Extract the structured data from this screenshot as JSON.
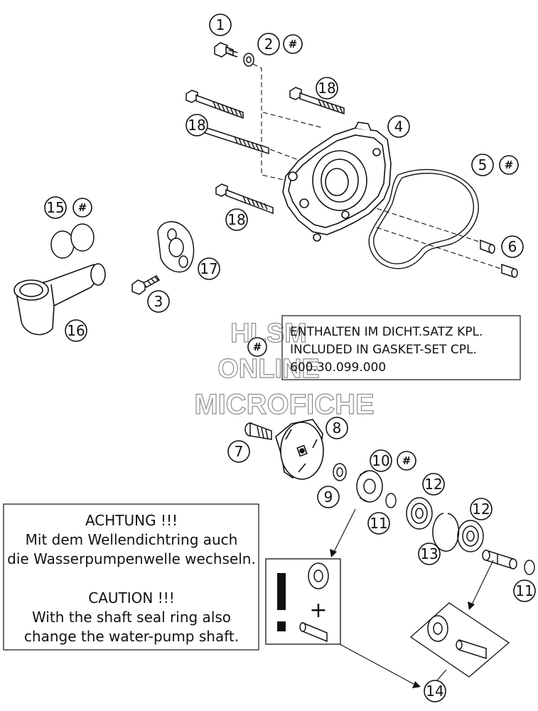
{
  "callouts": {
    "c1": "1",
    "c2": "2",
    "c3": "3",
    "c4": "4",
    "c5": "5",
    "c6": "6",
    "c7": "7",
    "c8": "8",
    "c9": "9",
    "c10": "10",
    "c11a": "11",
    "c11b": "11",
    "c12a": "12",
    "c12b": "12",
    "c13": "13",
    "c14": "14",
    "c15": "15",
    "c16": "16",
    "c17": "17",
    "c18a": "18",
    "c18b": "18",
    "c18c": "18",
    "hash": "#"
  },
  "gasket_note": {
    "line1": "ENTHALTEN IM DICHT.SATZ KPL.",
    "line2": "INCLUDED IN GASKET-SET CPL.",
    "line3": "600.30.099.000"
  },
  "caution_note": {
    "de_title": "ACHTUNG !!!",
    "de_line1": "Mit dem Wellendichtring auch",
    "de_line2": "die Wasserpumpenwelle wechseln.",
    "en_title": "CAUTION !!!",
    "en_line1": "With the shaft seal ring also",
    "en_line2": "change the water-pump shaft."
  },
  "watermark": {
    "line1": "HLSM",
    "line2": "ONLINE",
    "line3": "MICROFICHE"
  },
  "kit_symbols": {
    "exclamation": "!",
    "plus": "+"
  },
  "colors": {
    "line": "#111111",
    "watermark_outline": "#8d8d8d",
    "background": "#ffffff"
  }
}
